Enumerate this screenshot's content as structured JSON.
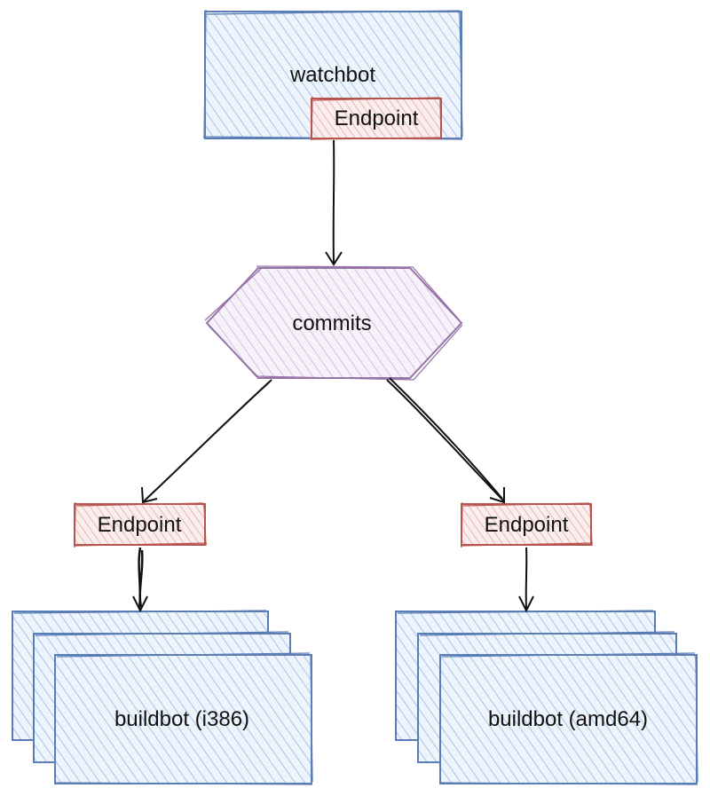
{
  "colors": {
    "service_stroke": "#5b7db5",
    "service_fill": "#dce8f7",
    "endpoint_stroke": "#b85450",
    "endpoint_fill": "#f6dada",
    "queue_stroke": "#9673a6",
    "queue_fill": "#ece4f2",
    "arrow": "#111111"
  },
  "nodes": {
    "watchbot": {
      "label": "watchbot"
    },
    "watchbot_endpoint": {
      "label": "Endpoint"
    },
    "commits": {
      "label": "commits"
    },
    "left_endpoint": {
      "label": "Endpoint"
    },
    "right_endpoint": {
      "label": "Endpoint"
    },
    "buildbot_i386": {
      "label": "buildbot (i386)"
    },
    "buildbot_amd64": {
      "label": "buildbot (amd64)"
    }
  },
  "edges": [
    {
      "from": "watchbot_endpoint",
      "to": "commits"
    },
    {
      "from": "commits",
      "to": "left_endpoint"
    },
    {
      "from": "commits",
      "to": "right_endpoint"
    },
    {
      "from": "left_endpoint",
      "to": "buildbot_i386"
    },
    {
      "from": "right_endpoint",
      "to": "buildbot_amd64"
    }
  ]
}
